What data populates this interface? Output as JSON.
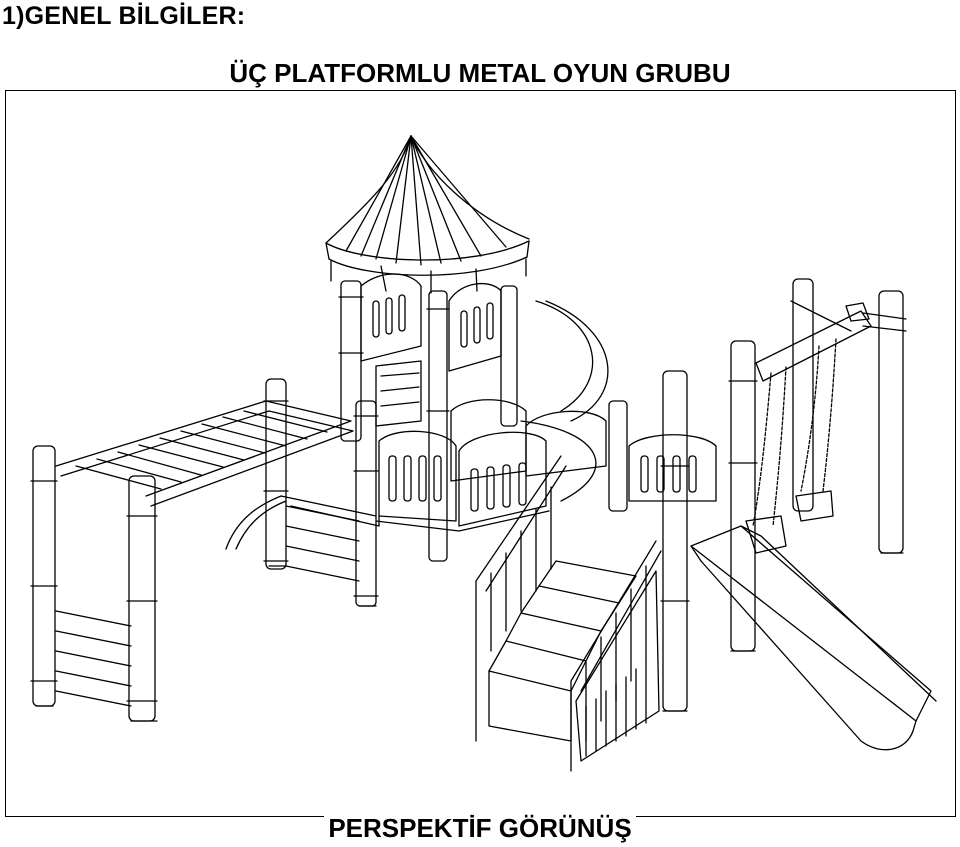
{
  "document": {
    "section_heading": "1)GENEL BİLGİLER:",
    "drawing_title": "ÜÇ PLATFORMLU METAL OYUN GRUBU",
    "drawing_caption": "PERSPEKTİF GÖRÜNÜŞ"
  }
}
